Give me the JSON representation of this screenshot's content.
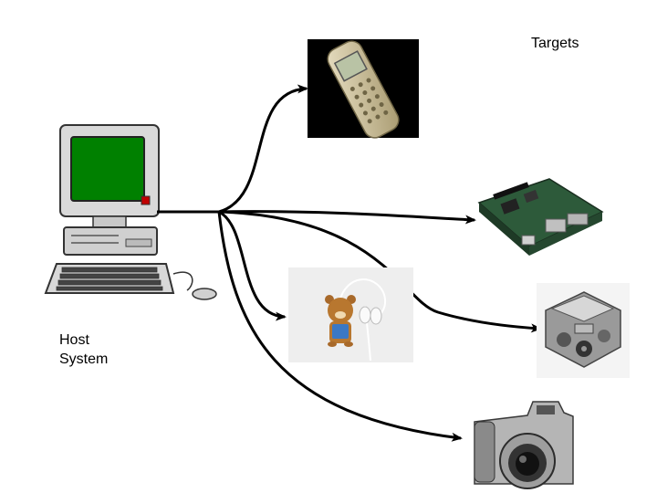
{
  "labels": {
    "targets": "Targets",
    "host": "Host\nSystem"
  },
  "host": {
    "icon": "desktop-computer-icon"
  },
  "targets": [
    {
      "name": "mobile-phone",
      "icon": "mobile-phone-icon"
    },
    {
      "name": "embedded-board",
      "icon": "circuit-board-icon"
    },
    {
      "name": "mp3-player",
      "icon": "mp3-player-icon"
    },
    {
      "name": "engine",
      "icon": "car-engine-icon"
    },
    {
      "name": "digital-camera",
      "icon": "digital-camera-icon"
    }
  ],
  "colors": {
    "arrow": "#000000",
    "screen": "#008000",
    "monitor_body": "#dcdcdc",
    "phone_bg": "#000000"
  }
}
